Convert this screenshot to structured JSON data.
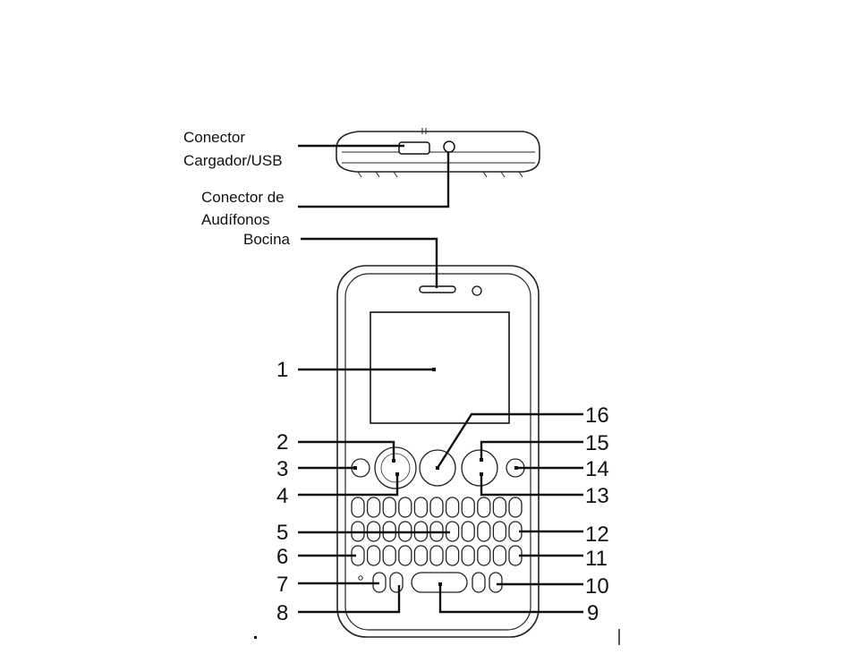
{
  "labels": {
    "charger_usb": [
      "Conector",
      "Cargador/USB"
    ],
    "headphones": [
      "Conector de",
      "Audífonos"
    ],
    "speaker": "Bocina"
  },
  "callouts": [
    "1",
    "2",
    "3",
    "4",
    "5",
    "6",
    "7",
    "8",
    "9",
    "10",
    "11",
    "12",
    "13",
    "14",
    "15",
    "16"
  ],
  "colors": {
    "line": "#111111",
    "background": "#ffffff"
  }
}
